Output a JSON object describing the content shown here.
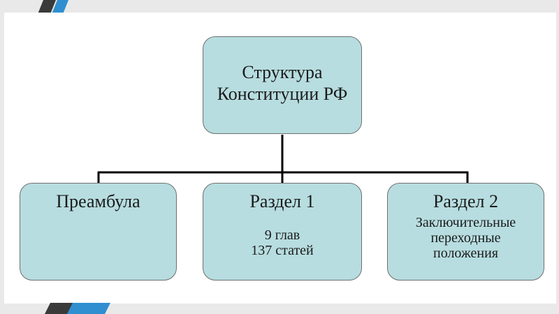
{
  "diagram": {
    "root": {
      "line1": "Структура",
      "line2": "Конституции РФ"
    },
    "children": [
      {
        "title": "Преамбула"
      },
      {
        "title": "Раздел 1",
        "lines": [
          "9 глав",
          "137 статей"
        ]
      },
      {
        "title": "Раздел 2",
        "lines": [
          "Заключительные",
          "переходные",
          "положения"
        ]
      }
    ]
  },
  "colors": {
    "box_fill": "#b7dde0",
    "box_border": "#6f6f6f",
    "connector": "#000000",
    "accent_blue": "#2f8fd0",
    "accent_dark": "#3a3a3a"
  }
}
